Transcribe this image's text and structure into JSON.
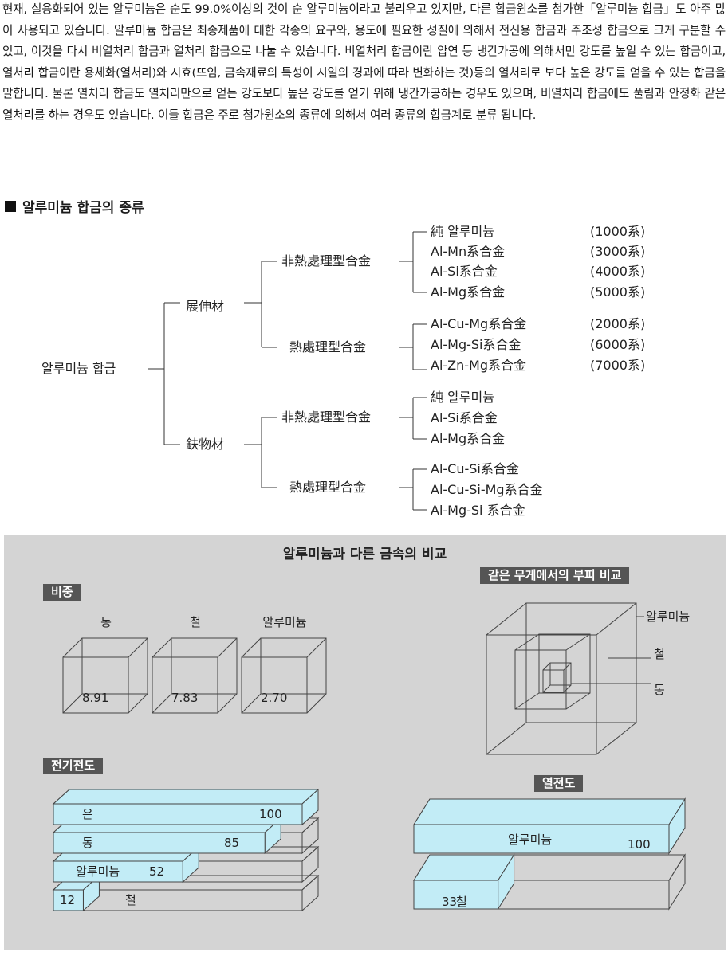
{
  "intro": "현재, 실용화되어 있는 알루미늄은 순도 99.0%이상의 것이 순 알루미늄이라고 불리우고 있지만, 다른 합금원소를 첨가한「알루미늄 합금」도 아주  많이 사용되고 있습니다. 알루미늄 합금은 최종제품에 대한 각종의 요구와, 용도에 필요한 성질에 의해서 전신용 합금과 주조성 합금으로 크게 구분할 수 있고,  이것을 다시 비열처리 합금과 열처리 합금으로 나눌 수 있습니다. 비열처리 합금이란 압연 등 냉간가공에 의해서만 강도를 높일 수 있는 합금이고, 열처리 합금이란 용체화(열처리)와 시효(뜨임, 금속재료의 특성이 시일의 경과에 따라 변화하는 것)등의 열처리로 보다 높은 강도를  얻을 수 있는 합금을  말합니다. 물론 열처리 합금도 열처리만으로 얻는 강도보다 높은 강도를  얻기 위해 냉간가공하는 경우도 있으며, 비열처리 합금에도 풀림과 안정화 같은 열처리를 하는 경우도 있습니다. 이들 합금은 주로 첨가원소의 종류에 의해서 여러 종류의 합금계로 분류 됩니다.",
  "section_title": "알루미늄 합금의 종류",
  "tree": {
    "root": "알루미늄 합금",
    "wrought": "展伸材",
    "cast": "鈇物材",
    "w_non": "非熱處理型合金",
    "w_heat": "熱處理型合金",
    "c_non": "非熱處理型合金",
    "c_heat": "熱處理型合金",
    "w_non_items": [
      {
        "name": "純 알루미늄",
        "series": "(1000系)"
      },
      {
        "name": "Al-Mn系合金",
        "series": "(3000系)"
      },
      {
        "name": "Al-Si系合金",
        "series": "(4000系)"
      },
      {
        "name": "Al-Mg系合金",
        "series": "(5000系)"
      }
    ],
    "w_heat_items": [
      {
        "name": "Al-Cu-Mg系合金",
        "series": "(2000系)"
      },
      {
        "name": "Al-Mg-Si系合金",
        "series": "(6000系)"
      },
      {
        "name": "Al-Zn-Mg系合金",
        "series": "(7000系)"
      }
    ],
    "c_non_items": [
      "純 알루미늄",
      "Al-Si系合金",
      "Al-Mg系合金"
    ],
    "c_heat_items": [
      "Al-Cu-Si系合金",
      "Al-Cu-Si-Mg系合金",
      "Al-Mg-Si 系合金"
    ]
  },
  "comparison": {
    "title": "알루미늄과 다른 금속의 비교",
    "density": {
      "label": "비중",
      "items": [
        {
          "name": "동",
          "value": "8.91"
        },
        {
          "name": "철",
          "value": "7.83"
        },
        {
          "name": "알루미늄",
          "value": "2.70"
        }
      ]
    },
    "volume": {
      "label": "같은 무게에서의 부피 비교",
      "aluminum": "알루미늄",
      "iron": "철",
      "copper": "동"
    },
    "electrical": {
      "label": "전기전도",
      "items": [
        {
          "name": "은",
          "value": 100
        },
        {
          "name": "동",
          "value": 85
        },
        {
          "name": "알루미늄",
          "value": 52
        },
        {
          "name": "철",
          "value": 12
        }
      ]
    },
    "thermal": {
      "label": "열전도",
      "items": [
        {
          "name": "알루미늄",
          "value": 100
        },
        {
          "name": "철",
          "value": 33
        }
      ]
    },
    "colors": {
      "fill": "#c2ecf6",
      "edge": "#444444",
      "panel": "#d4d4d4"
    }
  }
}
